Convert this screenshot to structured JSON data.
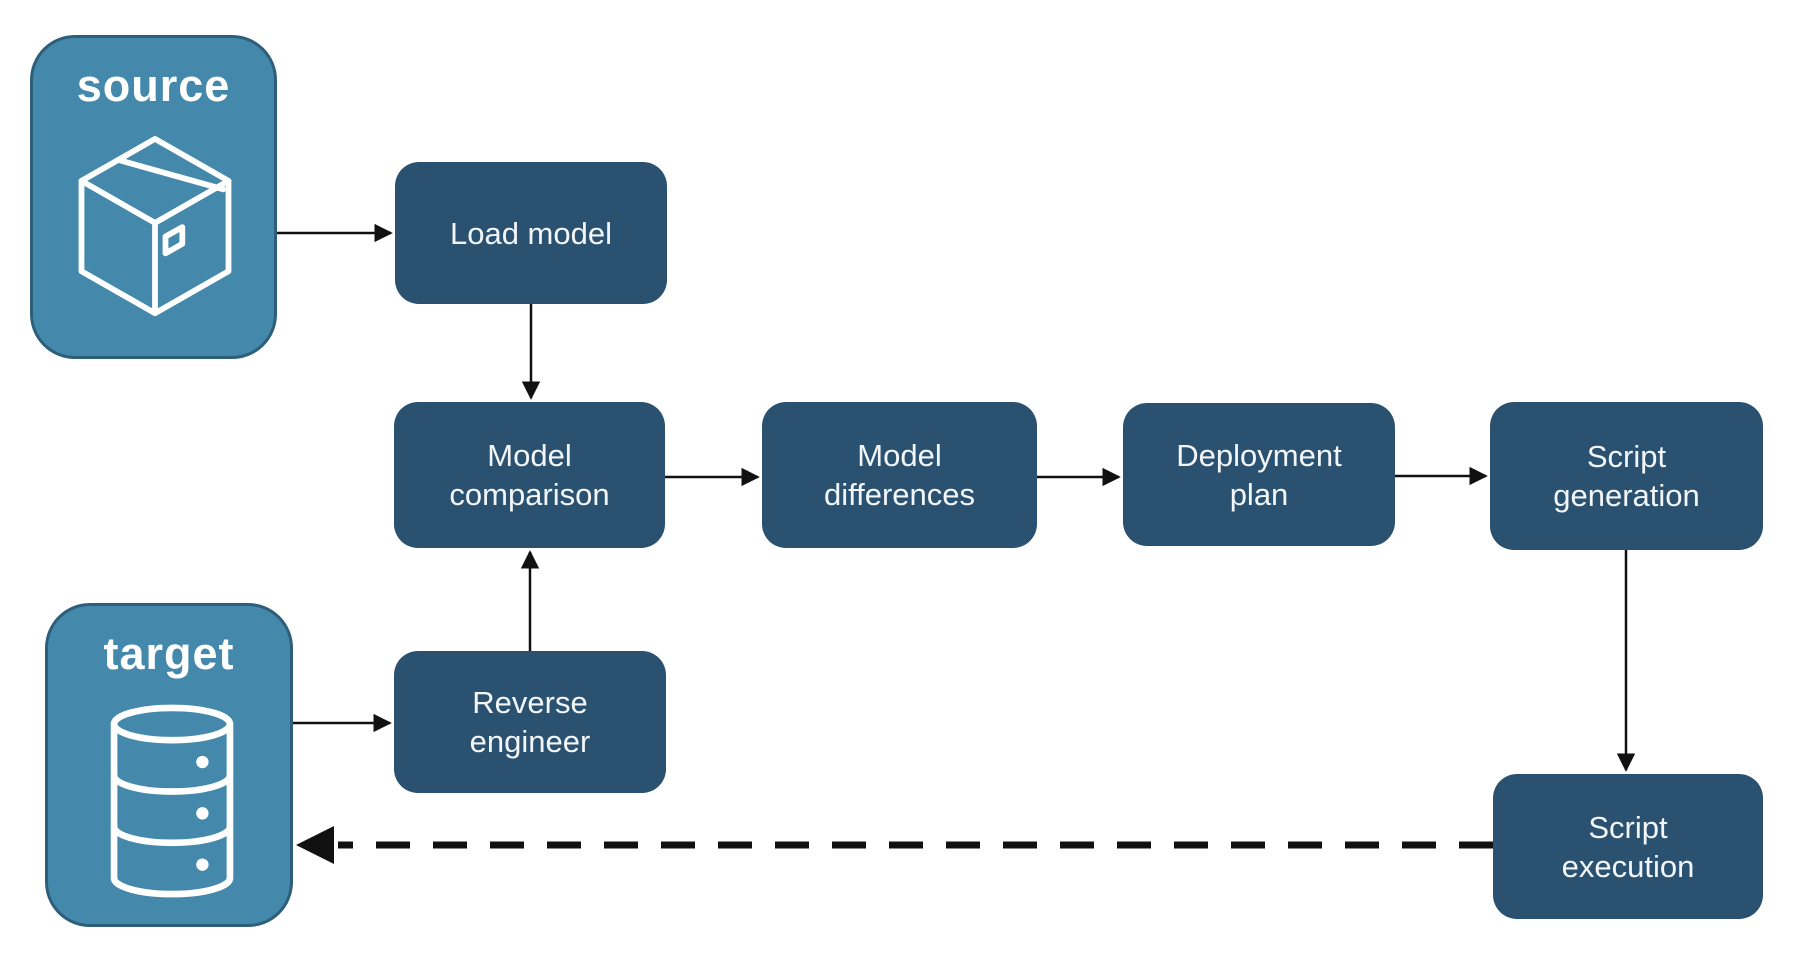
{
  "diagram": {
    "containers": [
      {
        "id": "source",
        "label": "source",
        "icon": "package-icon"
      },
      {
        "id": "target",
        "label": "target",
        "icon": "database-icon"
      }
    ],
    "nodes": [
      {
        "id": "load-model",
        "label": "Load model"
      },
      {
        "id": "model-comparison",
        "label": "Model\ncomparison"
      },
      {
        "id": "model-differences",
        "label": "Model\ndifferences"
      },
      {
        "id": "deployment-plan",
        "label": "Deployment\nplan"
      },
      {
        "id": "script-generation",
        "label": "Script\ngeneration"
      },
      {
        "id": "reverse-engineer",
        "label": "Reverse\nengineer"
      },
      {
        "id": "script-execution",
        "label": "Script\nexecution"
      }
    ],
    "edges": [
      {
        "from": "source",
        "to": "load-model",
        "style": "solid"
      },
      {
        "from": "load-model",
        "to": "model-comparison",
        "style": "solid"
      },
      {
        "from": "model-comparison",
        "to": "model-differences",
        "style": "solid"
      },
      {
        "from": "model-differences",
        "to": "deployment-plan",
        "style": "solid"
      },
      {
        "from": "deployment-plan",
        "to": "script-generation",
        "style": "solid"
      },
      {
        "from": "script-generation",
        "to": "script-execution",
        "style": "solid"
      },
      {
        "from": "target",
        "to": "reverse-engineer",
        "style": "solid"
      },
      {
        "from": "reverse-engineer",
        "to": "model-comparison",
        "style": "solid"
      },
      {
        "from": "script-execution",
        "to": "target",
        "style": "dashed"
      }
    ],
    "colors": {
      "container_fill": "#4489AB",
      "container_border": "#2E5F7A",
      "node_fill": "#2A5170",
      "label_text": "#FFFFFF",
      "arrow": "#111111",
      "background": "#FFFFFF"
    }
  }
}
